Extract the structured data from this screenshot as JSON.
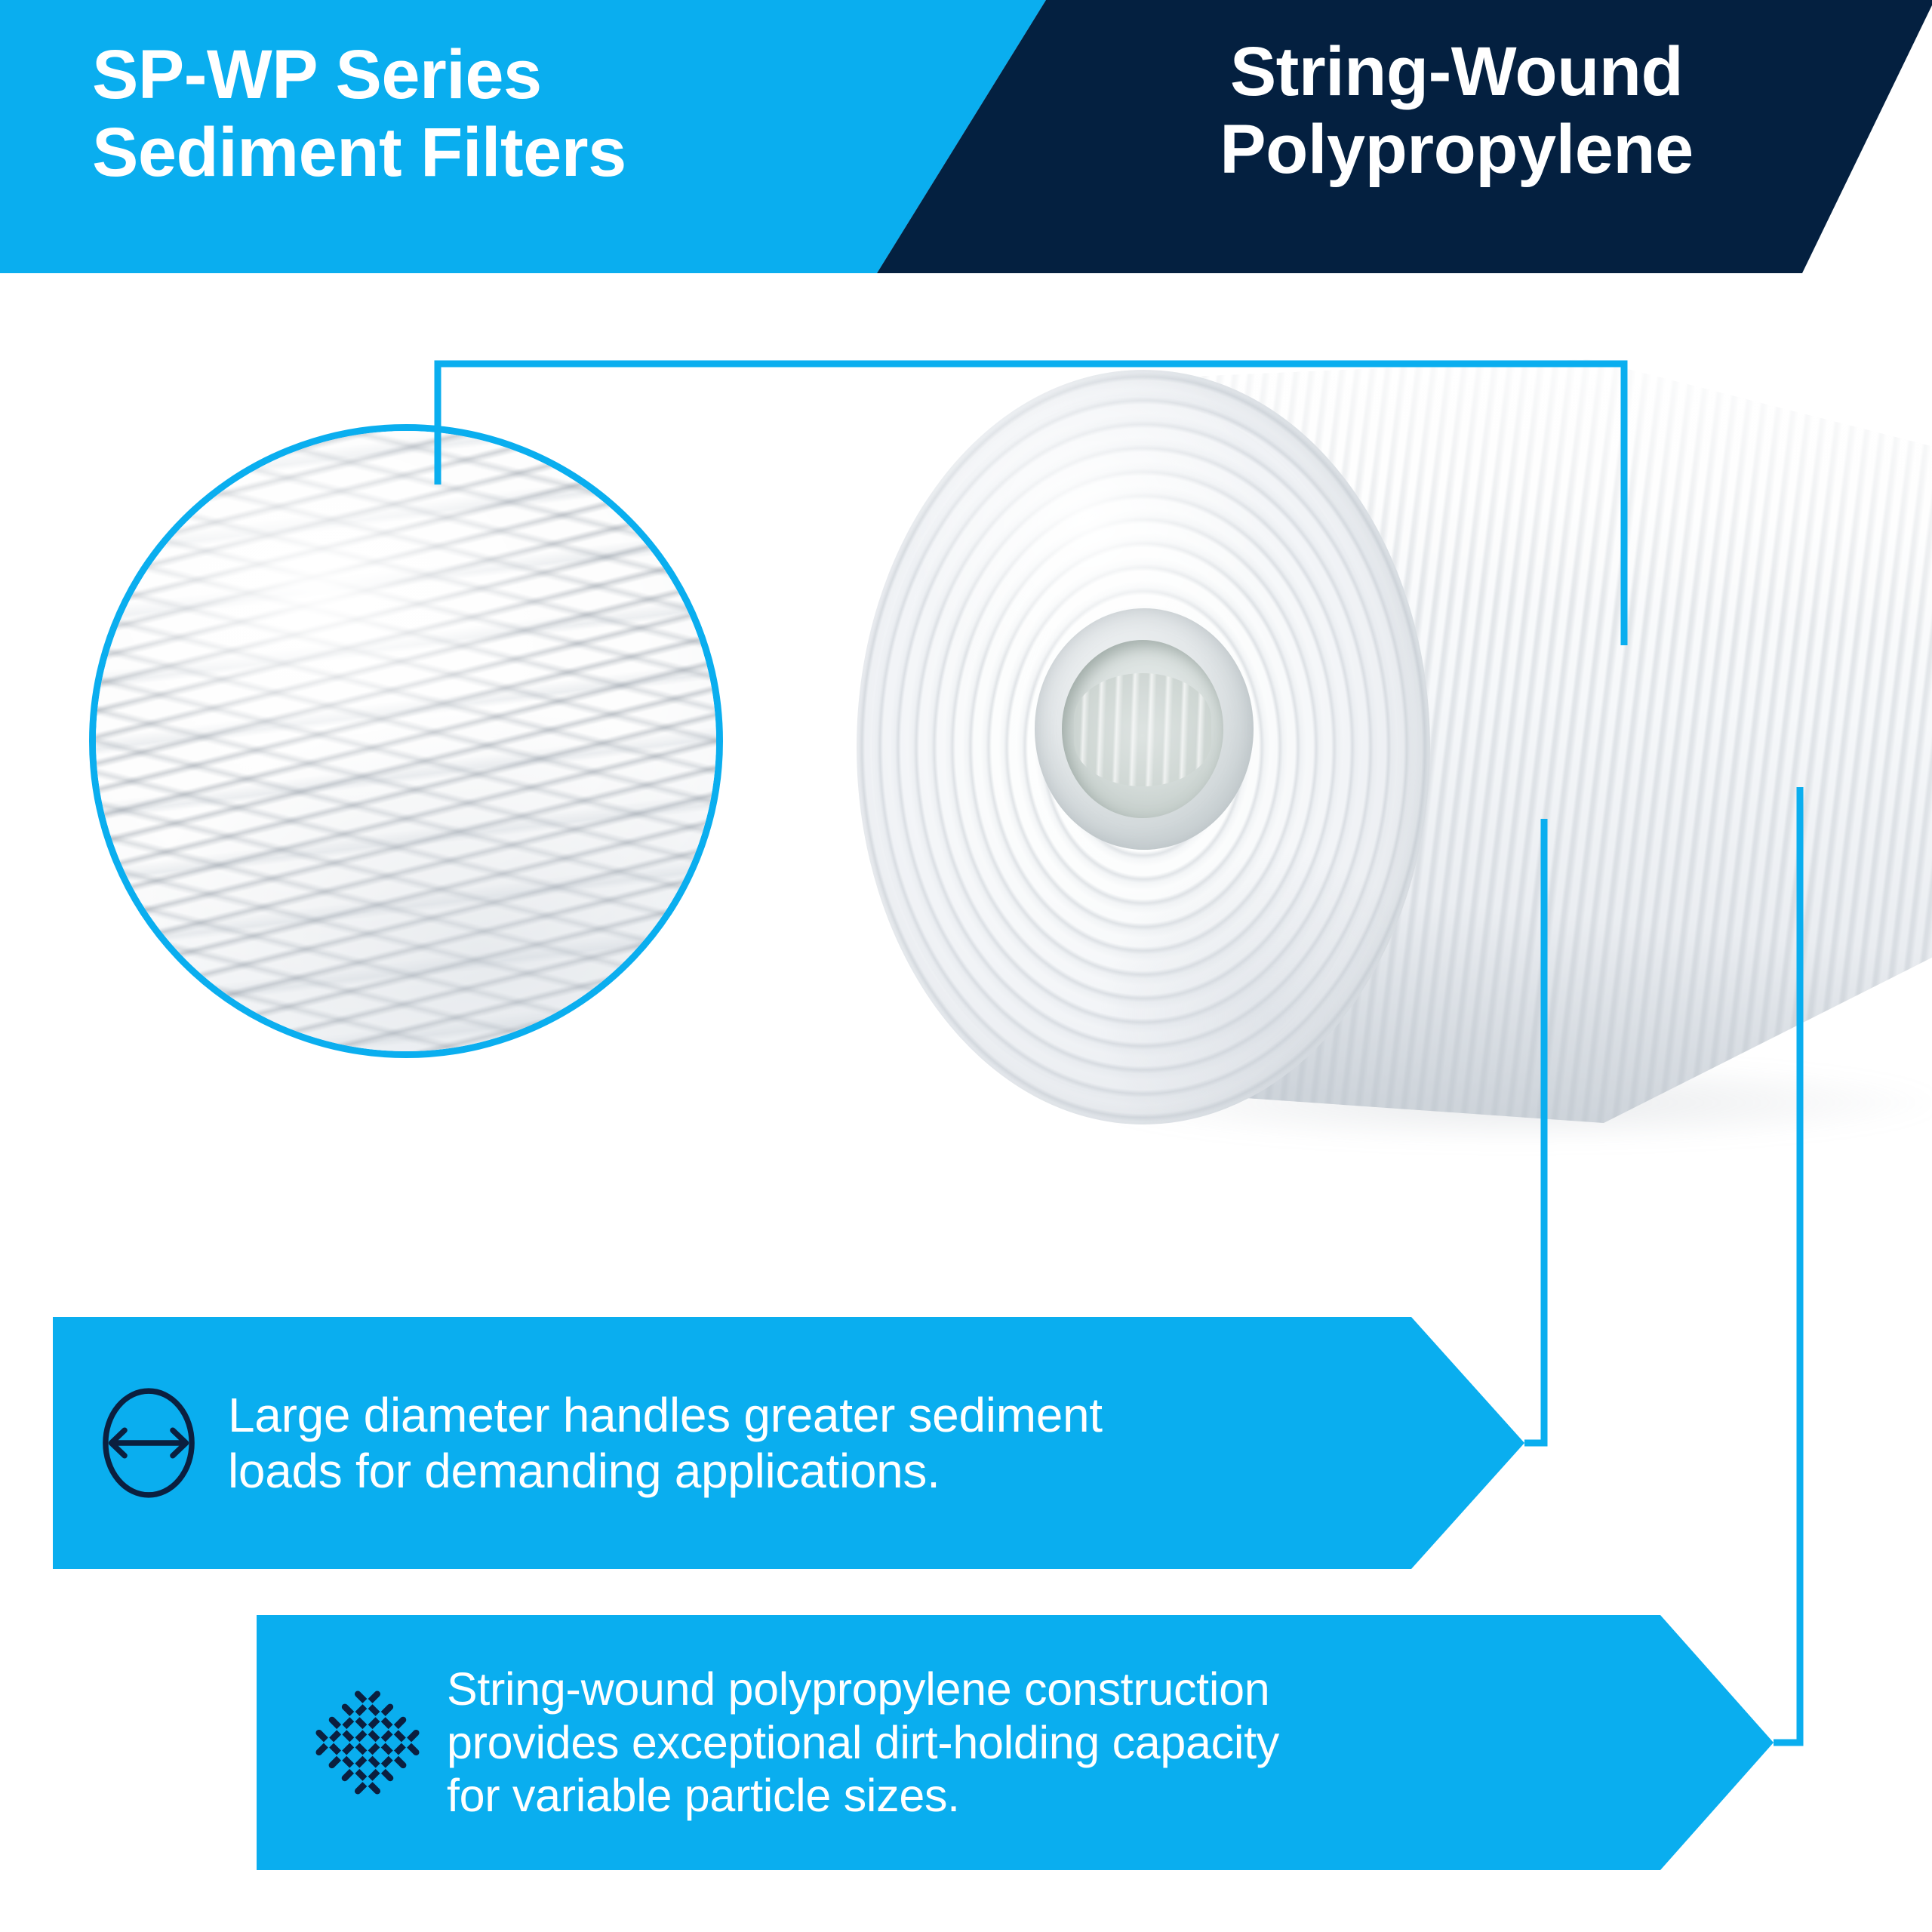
{
  "header": {
    "left_title": "SP-WP Series\nSediment Filters",
    "right_title": "String-Wound\nPolypropylene",
    "left_bg_color": "#0AAEEF",
    "right_bg_color": "#042040",
    "title_color": "#ffffff"
  },
  "product": {
    "image_alt": "String-wound polypropylene sediment filter cartridge, end-on view showing central bore and spiral winding",
    "detail_inset_alt": "Close-up detail of string-wound polypropylene fiber winding"
  },
  "features": [
    {
      "icon": "diameter-arrow-icon",
      "text": "Large diameter handles greater sediment\nloads for demanding applications.",
      "bg_color": "#0AAEEF",
      "icon_color": "#0B1F3F",
      "text_color": "#ffffff"
    },
    {
      "icon": "woven-weave-icon",
      "text": "String-wound polypropylene construction\nprovides exceptional dirt-holding capacity\nfor variable particle sizes.",
      "bg_color": "#0AAEEF",
      "icon_color": "#0B1F3F",
      "text_color": "#ffffff"
    }
  ],
  "leader_lines": {
    "color": "#0AAEEF",
    "stroke_width": 9
  }
}
